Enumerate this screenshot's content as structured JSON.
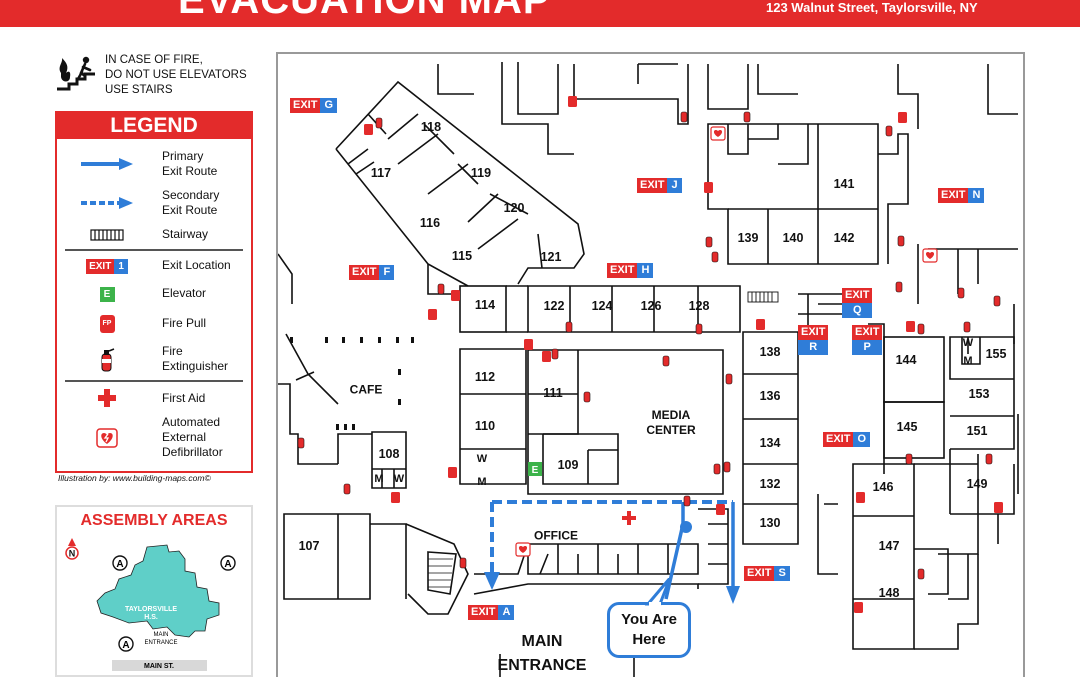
{
  "header": {
    "title": "EVACUATION MAP",
    "address": "123 Walnut Street, Taylorsville, NY",
    "color": "#e32b2b"
  },
  "fire_note": {
    "icon": "no-elevator-fire-stairs-icon",
    "lines": [
      "IN CASE OF FIRE,",
      "DO NOT USE ELEVATORS",
      "USE STAIRS"
    ]
  },
  "legend": {
    "title": "LEGEND",
    "items": [
      {
        "icon": "solid-arrow-icon",
        "label_1": "Primary",
        "label_2": "Exit Route"
      },
      {
        "icon": "dashed-arrow-icon",
        "label_1": "Secondary",
        "label_2": "Exit Route"
      },
      {
        "icon": "stairway-icon",
        "label_1": "Stairway"
      },
      {
        "icon": "exit-location-icon",
        "sample_exit": "EXIT",
        "sample_num": "1",
        "label_1": "Exit Location"
      },
      {
        "icon": "elevator-icon",
        "sample": "E",
        "label_1": "Elevator"
      },
      {
        "icon": "fire-pull-icon",
        "sample": "FP",
        "label_1": "Fire Pull"
      },
      {
        "icon": "fire-extinguisher-icon",
        "label_1": "Fire",
        "label_2": "Extinguisher"
      },
      {
        "icon": "first-aid-icon",
        "label_1": "First Aid"
      },
      {
        "icon": "aed-icon",
        "label_1": "Automated",
        "label_2": "External",
        "label_3": "Defibrillator"
      }
    ],
    "credit": "Illustration by: www.building-maps.com©"
  },
  "assembly": {
    "title": "ASSEMBLY AREAS",
    "building": [
      "TAYLORSVILLE",
      "H.S."
    ],
    "main_entrance": [
      "MAIN",
      "ENTRANCE"
    ],
    "street": "MAIN ST.",
    "north": "N",
    "marker": "A"
  },
  "map": {
    "exits": [
      {
        "word": "EXIT",
        "letter": "G"
      },
      {
        "word": "EXIT",
        "letter": "J"
      },
      {
        "word": "EXIT",
        "letter": "N"
      },
      {
        "word": "EXIT",
        "letter": "F"
      },
      {
        "word": "EXIT",
        "letter": "H"
      },
      {
        "word": "EXIT",
        "letter": "Q"
      },
      {
        "word": "EXIT",
        "letter": "R"
      },
      {
        "word": "EXIT",
        "letter": "P"
      },
      {
        "word": "EXIT",
        "letter": "O"
      },
      {
        "word": "EXIT",
        "letter": "S"
      },
      {
        "word": "EXIT",
        "letter": "A"
      }
    ],
    "rooms": {
      "r118": "118",
      "r117": "117",
      "r119": "119",
      "r120": "120",
      "r116": "116",
      "r115": "115",
      "r121": "121",
      "r141": "141",
      "r139": "139",
      "r140": "140",
      "r142": "142",
      "r114": "114",
      "r122": "122",
      "r124": "124",
      "r126": "126",
      "r128": "128",
      "r138": "138",
      "r144": "144",
      "r155": "155",
      "r153": "153",
      "r151": "151",
      "r145": "145",
      "r112": "112",
      "r111": "111",
      "r110": "110",
      "r109": "109",
      "r108": "108",
      "r136": "136",
      "r134": "134",
      "r132": "132",
      "r130": "130",
      "r146": "146",
      "r149": "149",
      "r147": "147",
      "r148": "148",
      "r107": "107",
      "w1": "W",
      "m1": "M",
      "w2": "W",
      "m2": "M",
      "w3": "W",
      "m3": "M",
      "elev": "E"
    },
    "labels": {
      "cafe": "CAFE",
      "media_1": "MEDIA",
      "media_2": "CENTER",
      "office": "OFFICE",
      "entrance_1": "MAIN",
      "entrance_2": "ENTRANCE"
    },
    "you_are_here": [
      "You Are",
      "Here"
    ],
    "colors": {
      "route": "#2f7dd8",
      "exit_red": "#e32b2b",
      "elevator": "#3cb34a",
      "assembly": "#5fcfc8"
    }
  }
}
